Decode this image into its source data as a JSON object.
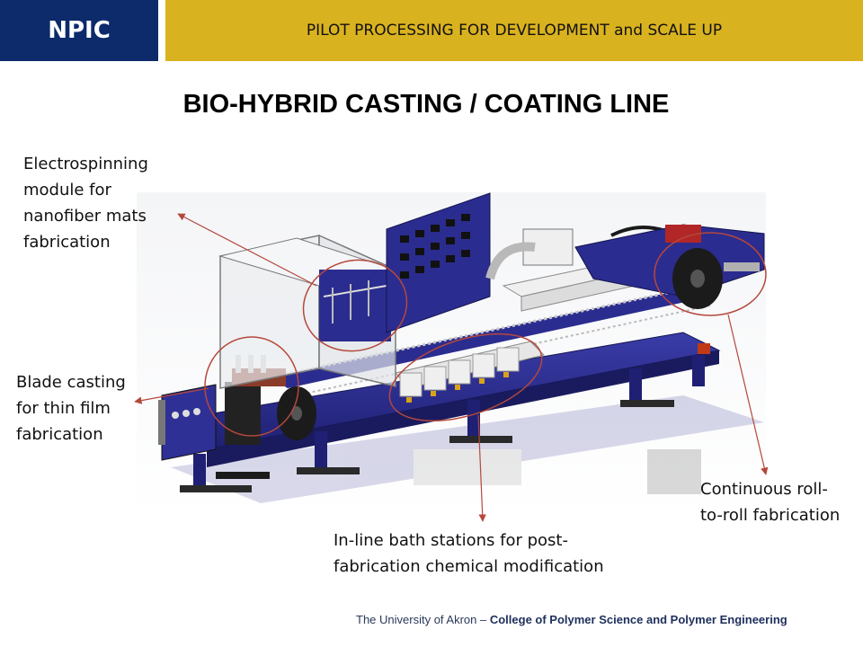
{
  "header": {
    "logo": "NPIC",
    "title": "PILOT PROCESSING FOR DEVELOPMENT and SCALE UP"
  },
  "page_title": "BIO-HYBRID CASTING / COATING LINE",
  "labels": {
    "electrospinning": [
      "Electrospinning",
      "module for",
      "nanofiber mats",
      "fabrication"
    ],
    "blade_casting": [
      "Blade casting",
      "for thin film",
      "fabrication"
    ],
    "roll_to_roll": [
      "Continuous roll-",
      "to-roll fabrication"
    ],
    "bath_stations": [
      "In-line bath stations for post-",
      "fabrication chemical modification"
    ]
  },
  "footer": {
    "prefix": "The University of Akron – ",
    "college": "College of Polymer Science and Polymer Engineering"
  },
  "colors": {
    "navy": "#0d2a6b",
    "gold": "#d9b21f",
    "machine_blue": "#2b2c8f",
    "annotation_red": "#b5483c"
  }
}
